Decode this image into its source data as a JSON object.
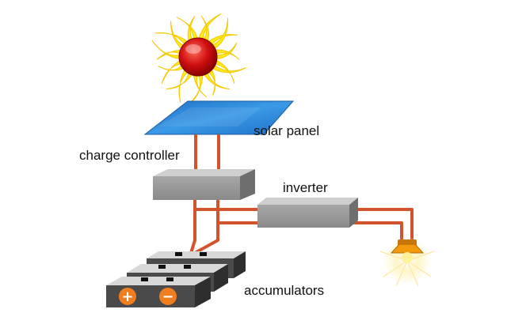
{
  "labels": {
    "solar_panel": "solar panel",
    "charge_controller": "charge controller",
    "inverter": "inverter",
    "accumulators": "accumulators"
  },
  "battery_symbols": {
    "plus": "+",
    "minus": "−"
  },
  "components": {
    "sun": "sun-icon",
    "panel": "solar-panel-icon",
    "controller": "charge-controller-box",
    "inverter": "inverter-box",
    "batteries": "battery-bank",
    "lamp": "light-bulb-icon"
  },
  "colors": {
    "sun_core": "#d01010",
    "sun_rays": "#ffe600",
    "panel": "#2b86d6",
    "wire": "#d2542c",
    "box": "#9a9a9a",
    "battery": "#4a4a4a",
    "terminal_badge": "#f07d1e",
    "lamp_shade": "#f19a0e",
    "lamp_glow": "#fff3b0"
  }
}
